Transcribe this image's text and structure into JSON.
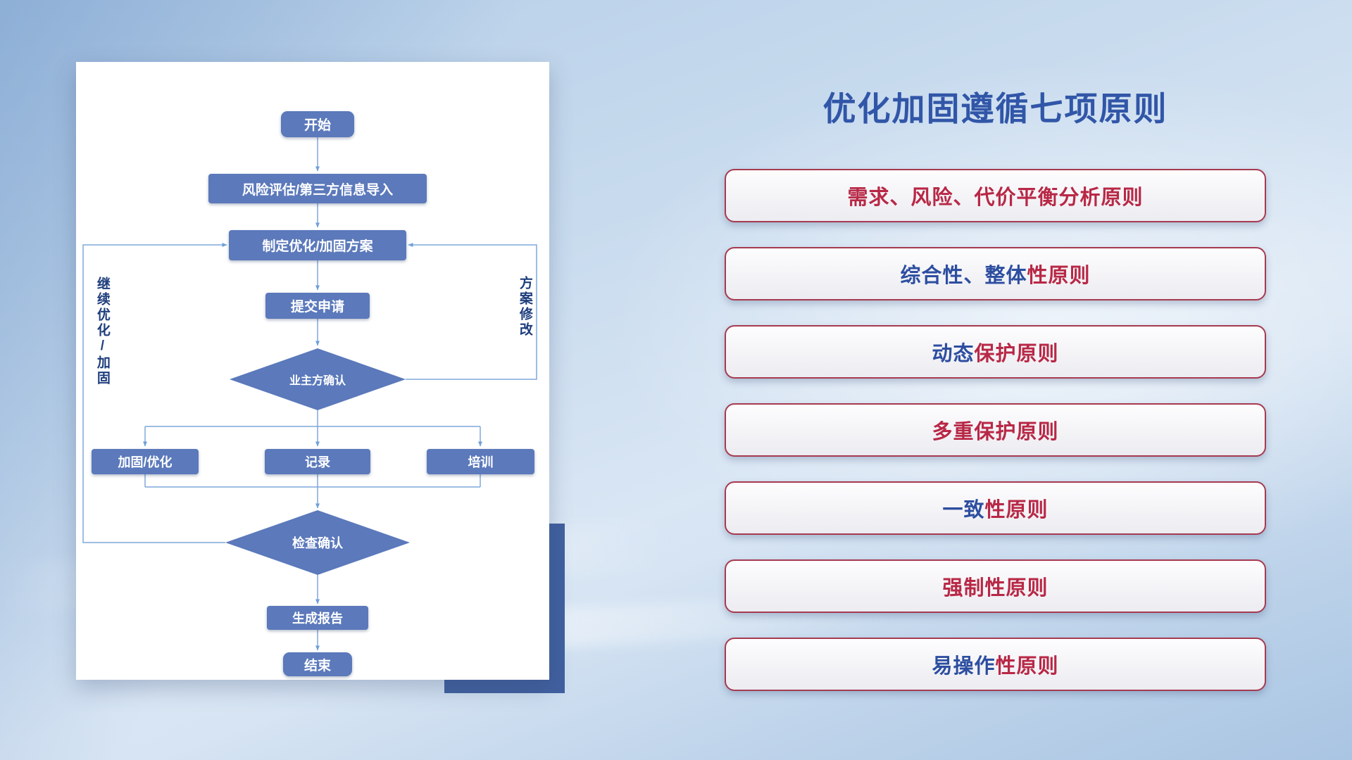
{
  "flowchart": {
    "nodes": {
      "start": "开始",
      "risk": "风险评估/第三方信息导入",
      "plan": "制定优化/加固方案",
      "submit": "提交申请",
      "owner_confirm": "业主方确认",
      "harden": "加固/优化",
      "record": "记录",
      "training": "培训",
      "check_confirm": "检查确认",
      "report": "生成报告",
      "end": "结束"
    },
    "side_labels": {
      "left": "继续优化/加固",
      "right": "方案修改"
    }
  },
  "panel": {
    "title": "优化加固遵循七项原则",
    "principles": [
      {
        "segments": [
          {
            "text": "需求、风险、代价平衡分析原则",
            "color": "#b82846"
          }
        ]
      },
      {
        "segments": [
          {
            "text": "综合性、整体",
            "color": "#2d4ea0"
          },
          {
            "text": "性原则",
            "color": "#b82846"
          }
        ]
      },
      {
        "segments": [
          {
            "text": "动态",
            "color": "#2d4ea0"
          },
          {
            "text": "保护原则",
            "color": "#b82846"
          }
        ]
      },
      {
        "segments": [
          {
            "text": "多重保护原则",
            "color": "#b82846"
          }
        ]
      },
      {
        "segments": [
          {
            "text": "一致",
            "color": "#2d4ea0"
          },
          {
            "text": "性原则",
            "color": "#b82846"
          }
        ]
      },
      {
        "segments": [
          {
            "text": "强制性原则",
            "color": "#b82846"
          }
        ]
      },
      {
        "segments": [
          {
            "text": "易操作",
            "color": "#2d4ea0"
          },
          {
            "text": "性原则",
            "color": "#b82846"
          }
        ]
      }
    ]
  },
  "colors": {
    "node-blue": "#5b79bb",
    "line-blue": "#7fa9da",
    "label-navy": "#1d3d7c",
    "title-blue": "#3156a8",
    "principle-red": "#b82846",
    "principle-blue": "#2d4ea0",
    "principle-border": "#a63a50",
    "accent-rect": "#41609f"
  }
}
